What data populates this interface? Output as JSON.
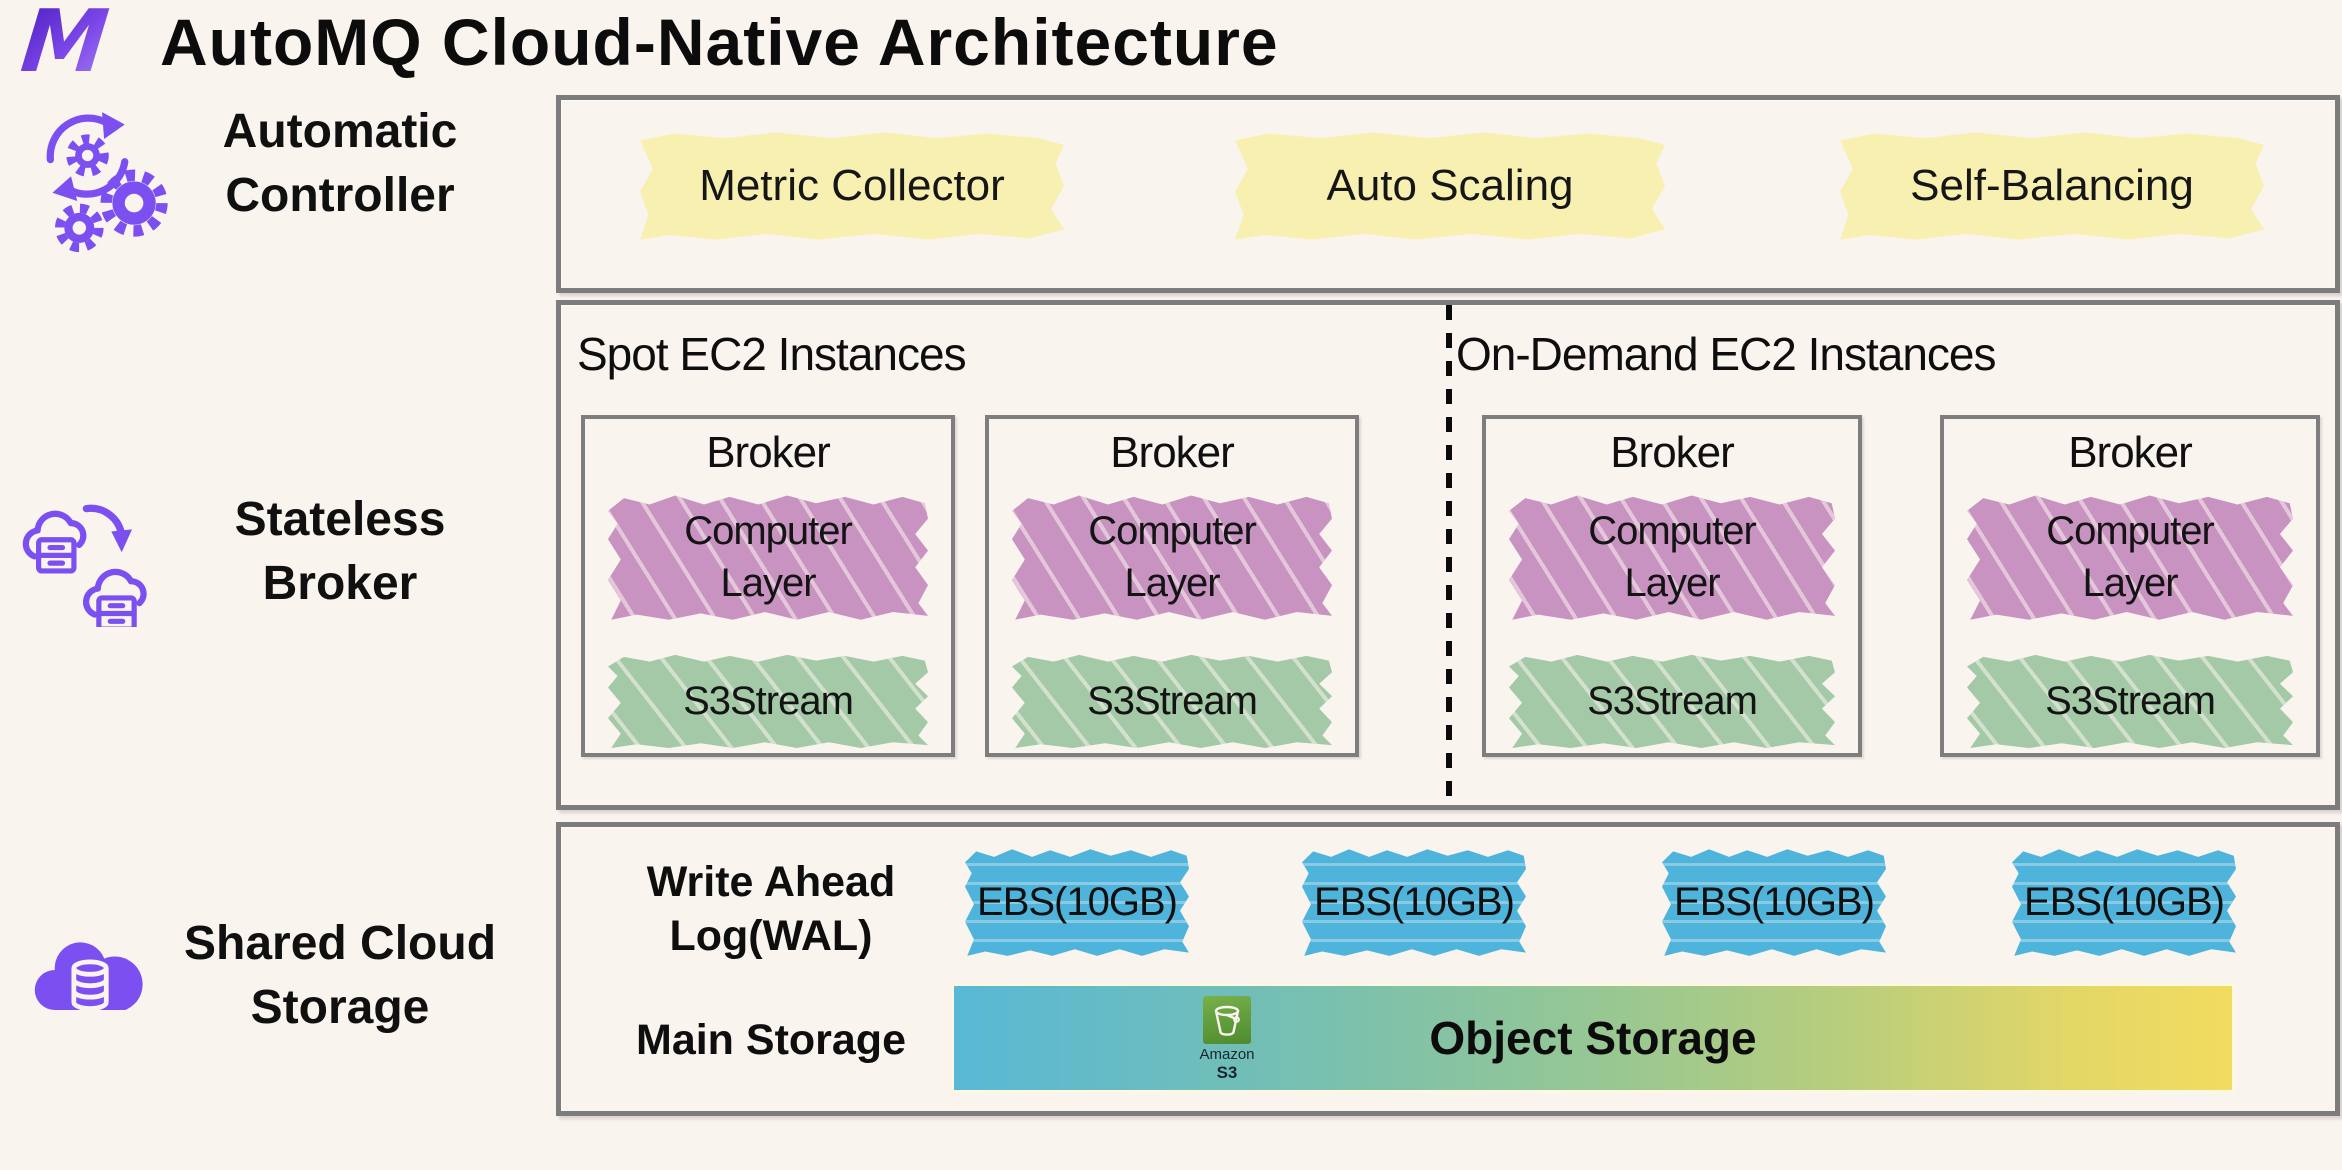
{
  "header": {
    "logo_letter": "M",
    "title": "AutoMQ Cloud-Native Architecture"
  },
  "sidebar": {
    "items": [
      {
        "icon": "gears-sync-icon",
        "lines": [
          "Automatic",
          "Controller"
        ]
      },
      {
        "icon": "cloud-sync-icon",
        "lines": [
          "Stateless",
          "Broker"
        ]
      },
      {
        "icon": "cloud-database-icon",
        "lines": [
          "Shared Cloud",
          "Storage"
        ]
      }
    ]
  },
  "controller": {
    "features": [
      "Metric Collector",
      "Auto Scaling",
      "Self-Balancing"
    ]
  },
  "middle": {
    "sections": [
      {
        "title": "Spot EC2 Instances"
      },
      {
        "title": "On-Demand EC2 Instances"
      }
    ],
    "broker_title": "Broker",
    "compute_lines": [
      "Computer",
      "Layer"
    ],
    "stream_label": "S3Stream"
  },
  "storage": {
    "wal_lines": [
      "Write Ahead",
      "Log(WAL)"
    ],
    "ebs_items": [
      "EBS(10GB)",
      "EBS(10GB)",
      "EBS(10GB)",
      "EBS(10GB)"
    ],
    "main_label": "Main Storage",
    "object_label": "Object Storage",
    "s3_caption_lines": [
      "Amazon",
      "S3"
    ]
  },
  "colors": {
    "background": "#FAF4EF",
    "accent_purple": "#7C4FF0",
    "highlight_yellow": "#F8F0B1",
    "scribble_pink": "#C893C1",
    "scribble_green": "#A3C9A6",
    "splash_blue": "#4FB4DC",
    "gradient_left": "#58B8D6",
    "gradient_right": "#F2DC5F",
    "border_gray": "#7C7C7C",
    "s3_green": "#5D9F3D"
  }
}
